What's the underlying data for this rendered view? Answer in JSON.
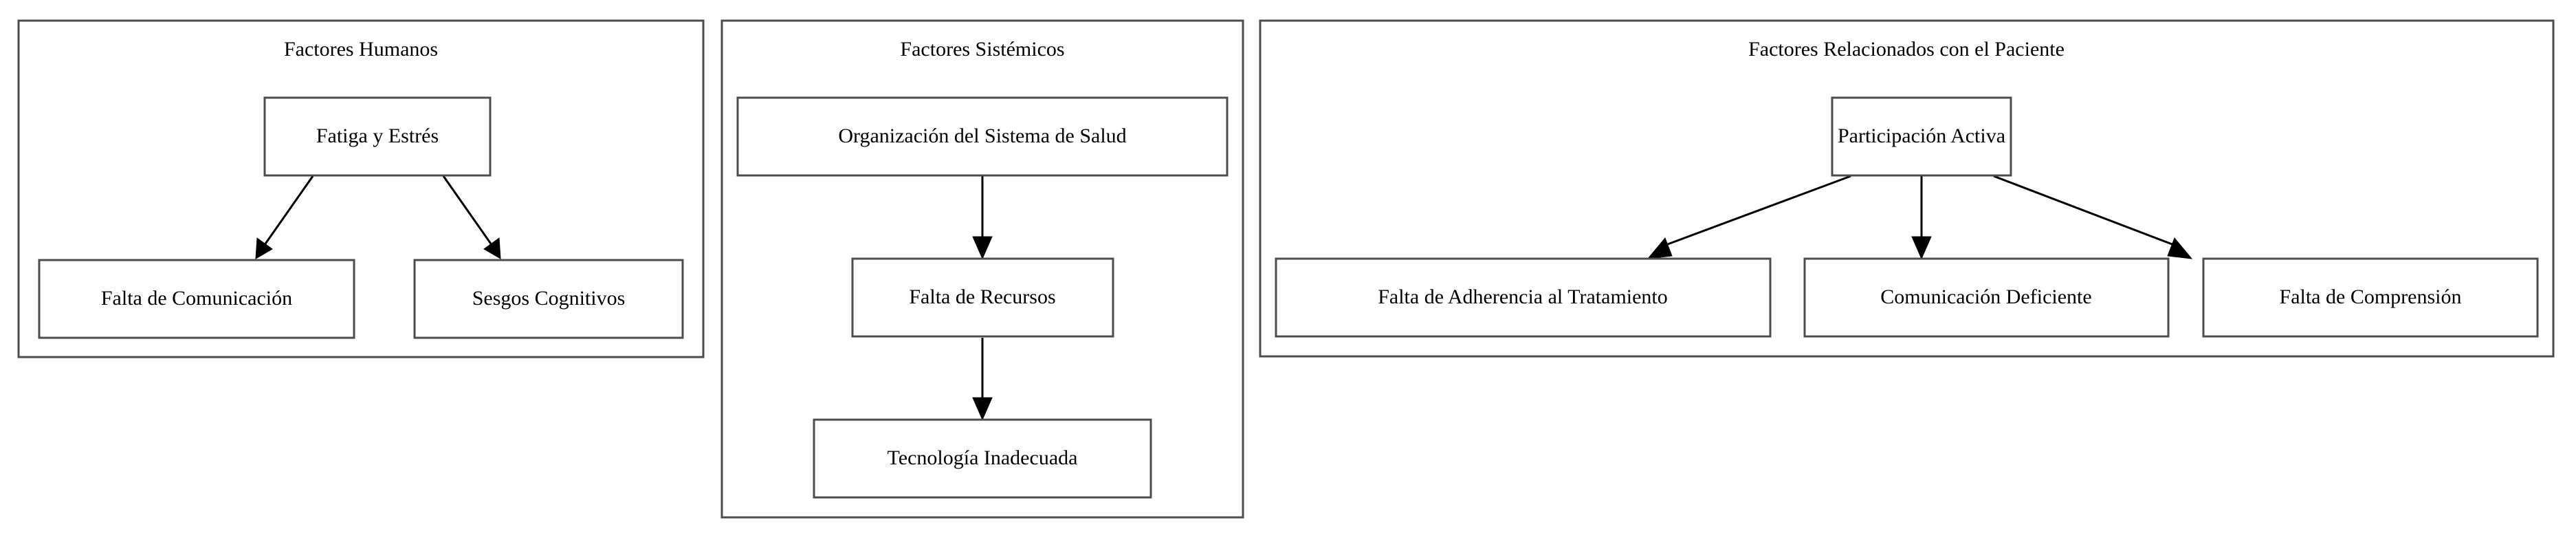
{
  "diagram": {
    "type": "grouped-flowchart",
    "orientation": "top-to-bottom",
    "background_color": "#ffffff",
    "node_fill_color": "#ffffff",
    "node_border_color": "#4d4d4d",
    "cluster_border_color": "#4d4d4d",
    "edge_color": "#000000",
    "text_color": "#000000",
    "clusters": [
      {
        "id": "factores-humanos",
        "label": "Factores Humanos",
        "nodes": [
          {
            "id": "fatiga-y-estres",
            "label": "Fatiga y Estrés"
          },
          {
            "id": "falta-de-comunicacion",
            "label": "Falta de Comunicación"
          },
          {
            "id": "sesgos-cognitivos",
            "label": "Sesgos Cognitivos"
          }
        ],
        "edges": [
          {
            "from": "fatiga-y-estres",
            "to": "falta-de-comunicacion"
          },
          {
            "from": "fatiga-y-estres",
            "to": "sesgos-cognitivos"
          }
        ]
      },
      {
        "id": "factores-sistemicos",
        "label": "Factores Sistémicos",
        "nodes": [
          {
            "id": "organizacion-del-sistema-de-salud",
            "label": "Organización del Sistema de Salud"
          },
          {
            "id": "falta-de-recursos",
            "label": "Falta de Recursos"
          },
          {
            "id": "tecnologia-inadecuada",
            "label": "Tecnología Inadecuada"
          }
        ],
        "edges": [
          {
            "from": "organizacion-del-sistema-de-salud",
            "to": "falta-de-recursos"
          },
          {
            "from": "falta-de-recursos",
            "to": "tecnologia-inadecuada"
          }
        ]
      },
      {
        "id": "factores-relacionados-con-el-paciente",
        "label": "Factores Relacionados con el Paciente",
        "nodes": [
          {
            "id": "participacion-activa",
            "label": "Participación Activa"
          },
          {
            "id": "falta-de-adherencia-al-tratamiento",
            "label": "Falta de Adherencia al Tratamiento"
          },
          {
            "id": "comunicacion-deficiente",
            "label": "Comunicación Deficiente"
          },
          {
            "id": "falta-de-comprension",
            "label": "Falta de Comprensión"
          }
        ],
        "edges": [
          {
            "from": "participacion-activa",
            "to": "falta-de-adherencia-al-tratamiento"
          },
          {
            "from": "participacion-activa",
            "to": "comunicacion-deficiente"
          },
          {
            "from": "participacion-activa",
            "to": "falta-de-comprension"
          }
        ]
      }
    ]
  }
}
